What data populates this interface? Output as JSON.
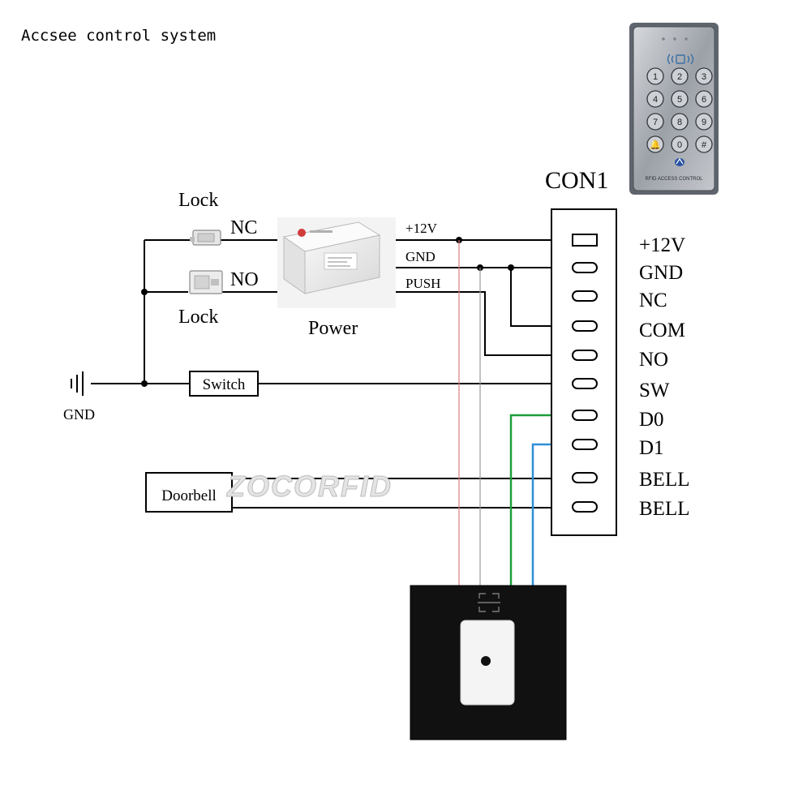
{
  "title": "Accsee control system",
  "connector": {
    "label": "CON1",
    "pins": [
      "+12V",
      "GND",
      "NC",
      "COM",
      "NO",
      "SW",
      "D0",
      "D1",
      "BELL",
      "BELL"
    ]
  },
  "power_lines": [
    "+12V",
    "GND",
    "PUSH"
  ],
  "lock_nc": {
    "label": "Lock",
    "contact": "NC"
  },
  "lock_no": {
    "label": "Lock",
    "contact": "NO"
  },
  "power_label": "Power",
  "switch_label": "Switch",
  "ground_label": "GND",
  "doorbell_label": "Doorbell",
  "watermark": "ZOCORFID",
  "keypad": {
    "keys": [
      "1",
      "2",
      "3",
      "4",
      "5",
      "6",
      "7",
      "8",
      "9",
      "🔔",
      "0",
      "#"
    ],
    "footer": "RFID ACCESS CONTROL"
  },
  "colors": {
    "wire": "#000000",
    "wire_12v": "#d98080",
    "wire_gnd": "#9a9a9a",
    "wire_d0": "#1e9e3a",
    "wire_d1": "#2f8fd8",
    "reader_body": "#111111",
    "reader_window": "#f4f4f4"
  }
}
